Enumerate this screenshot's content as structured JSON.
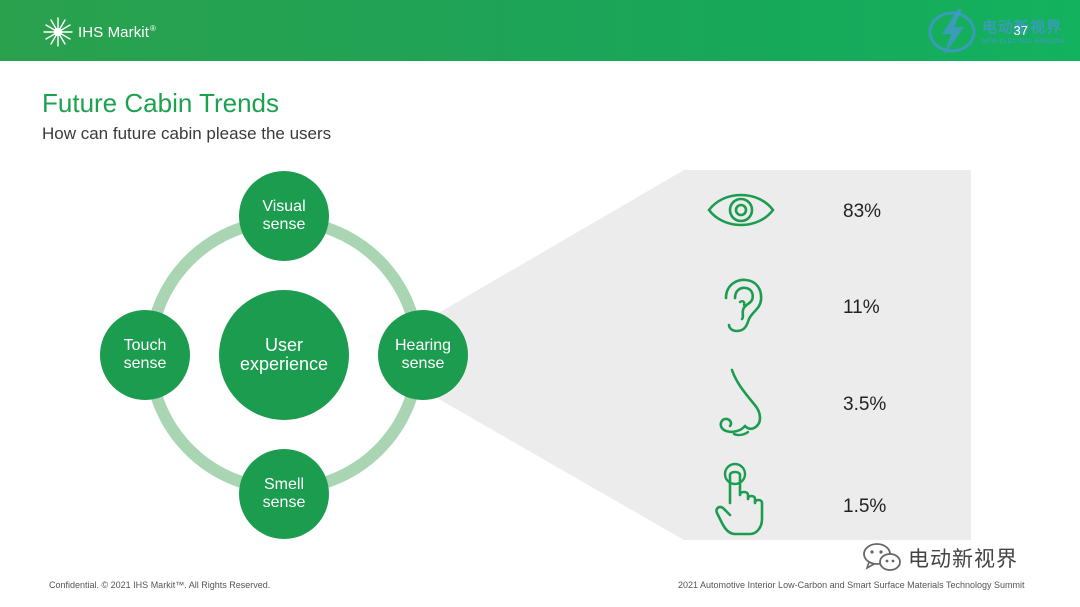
{
  "header": {
    "brand": "IHS Markit",
    "brand_tm": "®",
    "slide_number": "37",
    "watermark_cn": "电动新视界",
    "watermark_en": "NEW ELECTRIC HORIZON"
  },
  "title": "Future Cabin Trends",
  "subtitle": "How can future cabin please the users",
  "diagram": {
    "center": "User\nexperience",
    "nodes": {
      "visual": "Visual\nsense",
      "touch": "Touch\nsense",
      "hearing": "Hearing\nsense",
      "smell": "Smell\nsense"
    }
  },
  "senses": [
    {
      "icon": "eye-icon",
      "value": "83%"
    },
    {
      "icon": "ear-icon",
      "value": "11%"
    },
    {
      "icon": "nose-icon",
      "value": "3.5%"
    },
    {
      "icon": "finger-touch-icon",
      "value": "1.5%"
    }
  ],
  "footer": {
    "left": "Confidential. © 2021 IHS Markit™. All Rights Reserved.",
    "right": "2021 Automotive Interior Low-Carbon and Smart Surface Materials Technology Summit"
  },
  "watermark_bottom": "电动新视界",
  "colors": {
    "brand_green": "#1ca24f",
    "node_green": "#1c9c4f",
    "ring_green": "#a9d5b3",
    "panel_gray": "#ececec"
  }
}
